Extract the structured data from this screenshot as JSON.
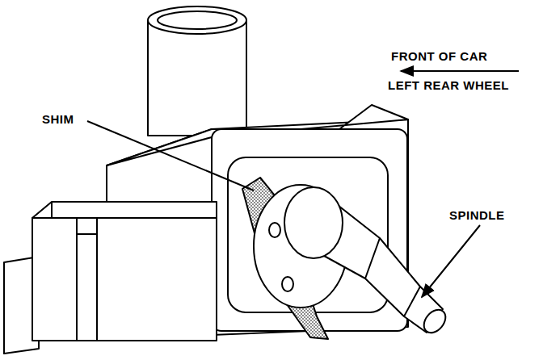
{
  "diagram": {
    "labels": [
      "FRONT OF CAR",
      "LEFT REAR WHEEL",
      "SHIM",
      "SPINDLE"
    ]
  }
}
